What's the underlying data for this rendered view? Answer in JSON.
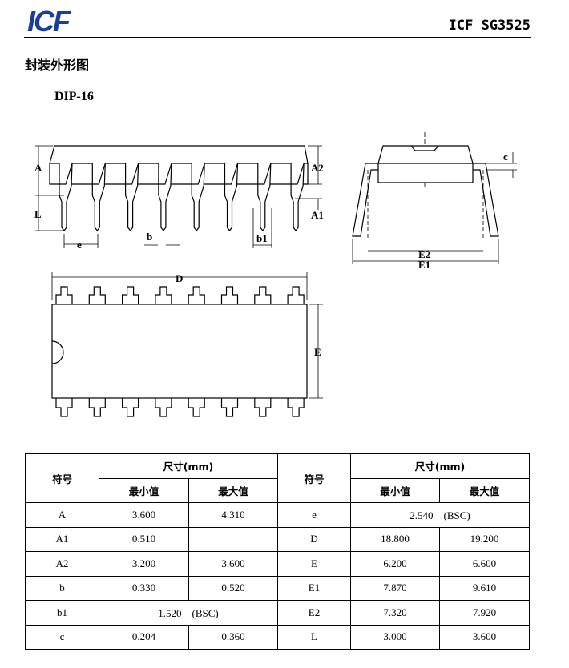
{
  "header": {
    "logo_text": "ICF",
    "doc_title": "ICF SG3525"
  },
  "section_title": "封装外形图",
  "package_name": "DIP-16",
  "diagram_labels": {
    "A": "A",
    "A1": "A1",
    "A2": "A2",
    "L": "L",
    "e": "e",
    "b": "b",
    "b1": "b1",
    "c": "c",
    "E1": "E1",
    "E2": "E2",
    "D": "D",
    "E": "E"
  },
  "table": {
    "symbol_header": "符号",
    "size_header": "尺寸(mm)",
    "min_header": "最小值",
    "max_header": "最大值",
    "rows": [
      {
        "l_sym": "A",
        "l_min": "3.600",
        "l_max": "4.310",
        "r_sym": "e",
        "r_span": "2.540　(BSC)"
      },
      {
        "l_sym": "A1",
        "l_min": "0.510",
        "l_max": "",
        "r_sym": "D",
        "r_min": "18.800",
        "r_max": "19.200"
      },
      {
        "l_sym": "A2",
        "l_min": "3.200",
        "l_max": "3.600",
        "r_sym": "E",
        "r_min": "6.200",
        "r_max": "6.600"
      },
      {
        "l_sym": "b",
        "l_min": "0.330",
        "l_max": "0.520",
        "r_sym": "E1",
        "r_min": "7.870",
        "r_max": "9.610"
      },
      {
        "l_sym": "b1",
        "l_span": "1.520　(BSC)",
        "r_sym": "E2",
        "r_min": "7.320",
        "r_max": "7.920"
      },
      {
        "l_sym": "c",
        "l_min": "0.204",
        "l_max": "0.360",
        "r_sym": "L",
        "r_min": "3.000",
        "r_max": "3.600"
      }
    ]
  }
}
